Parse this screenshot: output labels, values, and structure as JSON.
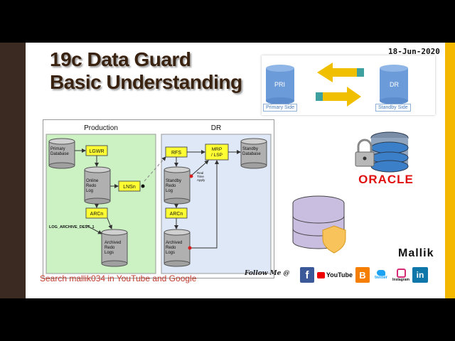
{
  "slide": {
    "title_line1": "19c Data Guard",
    "title_line2": "Basic Understanding",
    "date": "18-Jun-2020",
    "author": "Mallik",
    "search_text": "Search mallik034 in YouTube and Google",
    "follow_text": "Follow Me @"
  },
  "mini_diagram": {
    "primary_label": "PRI",
    "standby_label": "DR",
    "primary_side": "Primary Side",
    "standby_side": "Standby Side"
  },
  "diagram": {
    "production_title": "Production",
    "dr_title": "DR",
    "primary_database": "Primary Database",
    "lgwr": "LGWR",
    "online_redo_log": "Online Redo Log",
    "lnsn": "LNSn",
    "arcn_prod": "ARCn",
    "log_archive_dest": "LOG_ARCHIVE_DEST_1",
    "archived_redo_logs_prod": "Archived Redo Logs",
    "rfs": "RFS",
    "mrp": "MRP / LSP",
    "standby_database": "Standby Database",
    "real_time_apply": "Real Time Apply",
    "standby_redo_log": "Standby Redo Log",
    "arcn_dr": "ARCn",
    "archived_redo_logs_dr": "Archived Redo Logs"
  },
  "oracle_logo": "ORACLE",
  "socials": {
    "facebook": "f",
    "youtube": "YouTube",
    "blogger": "B",
    "twitter": "twitter",
    "instagram": "Instagram",
    "linkedin": "in"
  },
  "colors": {
    "production_bg": "#ccf2c4",
    "dr_bg": "#dfe8f6",
    "process_box": "#ffff33",
    "title_color": "#3a2210",
    "accent_yellow": "#f4b800",
    "search_red": "#c0392b"
  }
}
